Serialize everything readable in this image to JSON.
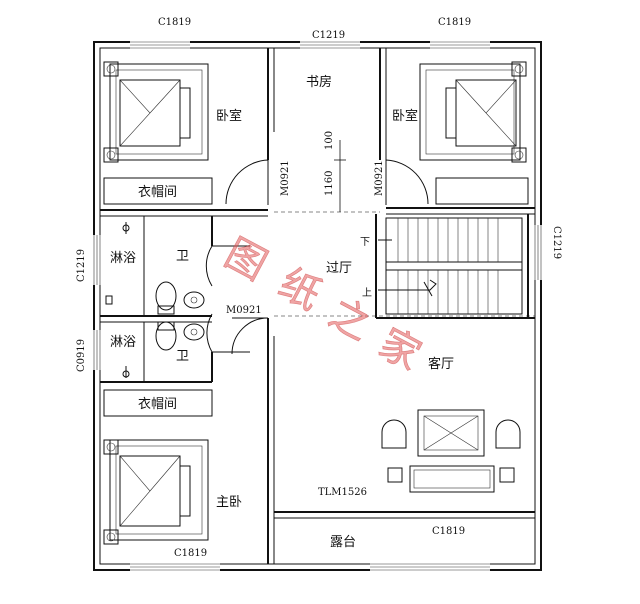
{
  "rooms": {
    "bedroom_left": "卧室",
    "study": "书房",
    "bedroom_right": "卧室",
    "closet_top": "衣帽间",
    "shower_top": "淋浴",
    "bath_top": "卫",
    "shower_bottom": "淋浴",
    "bath_bottom": "卫",
    "closet_bottom": "衣帽间",
    "master_bedroom": "主卧",
    "hall": "过厅",
    "living_room": "客厅",
    "terrace": "露台"
  },
  "stairs": {
    "down": "下",
    "up": "上"
  },
  "windows": {
    "top_left": "C1819",
    "top_center": "C1219",
    "top_right": "C1819",
    "left_upper": "C1219",
    "left_lower": "C0919",
    "right": "C1219",
    "bottom_left": "C1819",
    "bottom_right": "C1819"
  },
  "doors": {
    "study_left": "M0921",
    "study_right": "M0921",
    "bath": "M0921",
    "sliding": "TLM1526"
  },
  "dimensions": {
    "d100": "100",
    "d1160": "1160"
  },
  "watermark": {
    "c1": "图",
    "c2": "纸",
    "c3": "之",
    "c4": "家"
  },
  "colors": {
    "line": "#111111",
    "watermark": "#e05a5a",
    "background": "#ffffff"
  }
}
